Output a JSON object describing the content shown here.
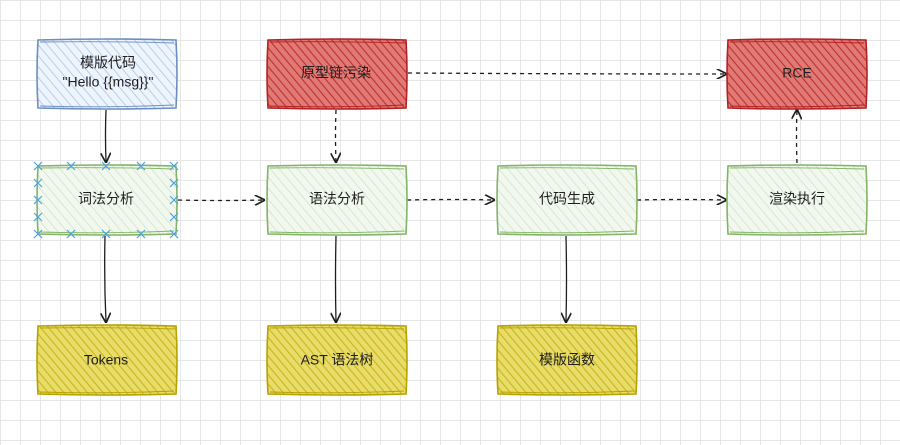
{
  "colors": {
    "blue_stroke": "#6c8ebf",
    "blue_fill": "#dae8fc",
    "red_stroke": "#b22222",
    "red_fill": "#d9534f",
    "green_stroke": "#82b366",
    "green_fill": "#d5e8d4",
    "yellow_stroke": "#b5a200",
    "yellow_fill": "#e3d24a",
    "selection": "#4aa3df",
    "edge": "#1e1e1e"
  },
  "nodes": {
    "template": {
      "line1": "模版代码",
      "line2": "\"Hello {{msg}}\""
    },
    "prototype_pollution": {
      "label": "原型链污染"
    },
    "rce": {
      "label": "RCE"
    },
    "lexer": {
      "label": "词法分析"
    },
    "parser": {
      "label": "语法分析"
    },
    "codegen": {
      "label": "代码生成"
    },
    "render": {
      "label": "渲染执行"
    },
    "tokens": {
      "label": "Tokens"
    },
    "ast": {
      "label": "AST 语法树"
    },
    "template_fn": {
      "label": "模版函数"
    }
  },
  "edges": [
    {
      "from": "template",
      "to": "lexer",
      "style": "solid"
    },
    {
      "from": "lexer",
      "to": "tokens",
      "style": "solid"
    },
    {
      "from": "lexer",
      "to": "parser",
      "style": "dashed"
    },
    {
      "from": "prototype_pollution",
      "to": "parser",
      "style": "dashed"
    },
    {
      "from": "prototype_pollution",
      "to": "rce",
      "style": "dashed"
    },
    {
      "from": "parser",
      "to": "ast",
      "style": "solid"
    },
    {
      "from": "parser",
      "to": "codegen",
      "style": "dashed"
    },
    {
      "from": "codegen",
      "to": "template_fn",
      "style": "solid"
    },
    {
      "from": "codegen",
      "to": "render",
      "style": "dashed"
    },
    {
      "from": "render",
      "to": "rce",
      "style": "dashed"
    }
  ]
}
